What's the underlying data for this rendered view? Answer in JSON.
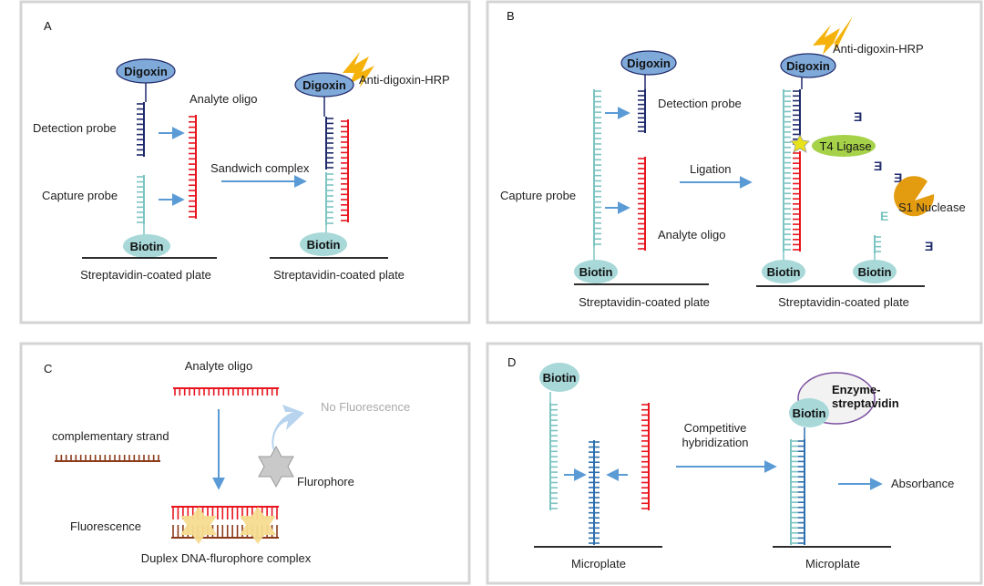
{
  "panel_a": {
    "letter": "A",
    "digoxin_left": "Digoxin",
    "digoxin_right": "Digoxin",
    "detection_probe": "Detection probe",
    "capture_probe": "Capture probe",
    "analyte_oligo": "Analyte oligo",
    "anti_digoxin_hrp": "Anti-digoxin-HRP",
    "sandwich_complex": "Sandwich complex",
    "biotin_left": "Biotin",
    "biotin_right": "Biotin",
    "plate_left": "Streptavidin-coated plate",
    "plate_right": "Streptavidin-coated plate"
  },
  "panel_b": {
    "letter": "B",
    "digoxin_left": "Digoxin",
    "digoxin_right": "Digoxin",
    "anti_digoxin_hrp": "Anti-digoxin-HRP",
    "detection_probe": "Detection probe",
    "t4_ligase": "T4 Ligase",
    "ligation": "Ligation",
    "capture_probe": "Capture probe",
    "analyte_oligo": "Analyte oligo",
    "s1_nuclease": "S1 Nuclease",
    "biotin_1": "Biotin",
    "biotin_2": "Biotin",
    "biotin_3": "Biotin",
    "plate_left": "Streptavidin-coated plate",
    "plate_right": "Streptavidin-coated plate"
  },
  "panel_c": {
    "letter": "C",
    "analyte_oligo": "Analyte oligo",
    "no_fluorescence": "No Fluorescence",
    "complementary_strand": "complementary strand",
    "flurophore": "Flurophore",
    "fluorescence": "Fluorescence",
    "duplex_complex": "Duplex DNA-flurophore complex"
  },
  "panel_d": {
    "letter": "D",
    "biotin_left": "Biotin",
    "biotin_right": "Biotin",
    "enzyme_line1": "Enzyme-",
    "enzyme_line2": "streptavidin",
    "competitive_line1": "Competitive",
    "competitive_line2": "hybridization",
    "absorbance": "Absorbance",
    "microplate_left": "Microplate",
    "microplate_right": "Microplate"
  },
  "colors": {
    "teal": "#7cc4c2",
    "navy": "#1f2a6b",
    "red": "#e8141e",
    "brown": "#8b3a1a",
    "biotin_fill": "#a8d8d8",
    "digoxin_fill": "#7ea9d8",
    "arrow": "#5b9bd5",
    "bolt": "#f5b20a",
    "ligase": "#a6d24a",
    "nuclease": "#e39b0f",
    "panel_border": "#d4d4d4"
  }
}
